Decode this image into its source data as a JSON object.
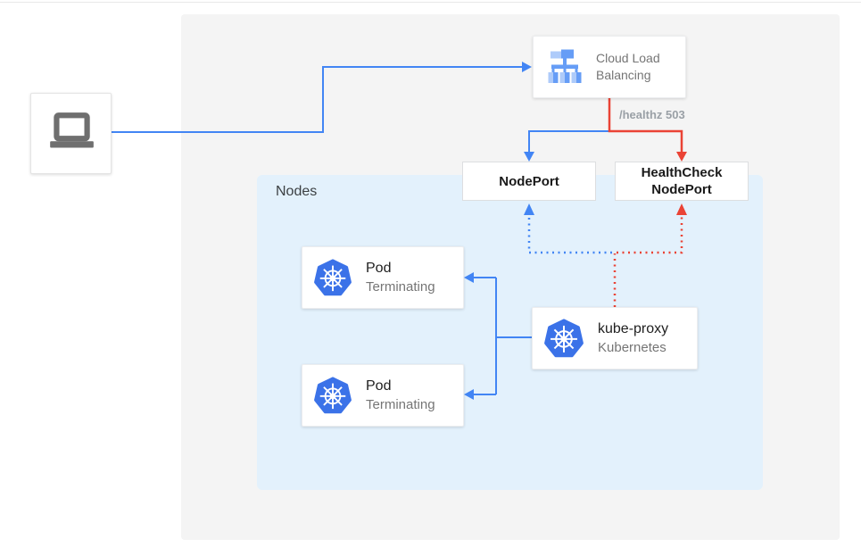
{
  "title": "Kubernetes external traffic / health check diagram",
  "colors": {
    "blue": "#4285F4",
    "red": "#EA4335",
    "k8s_blue": "#3B72E8",
    "lb_light": "#AECBFA",
    "lb_mid": "#669DF6",
    "text_dark": "#212121",
    "text_gray": "#757575",
    "label_gray": "#9AA0A6",
    "nodes_bg": "#E3F1FC",
    "outer_bg": "#F4F4F4",
    "border": "#DDDEE0",
    "laptop_gray": "#6F6F6F"
  },
  "client": {
    "icon": "laptop-icon"
  },
  "load_balancer": {
    "label": "Cloud Load Balancing",
    "icon": "load-balancer-icon"
  },
  "health_label": "/healthz 503",
  "node_port": {
    "label": "NodePort"
  },
  "health_check_node_port": {
    "label": "HealthCheck NodePort"
  },
  "nodes_group": {
    "label": "Nodes"
  },
  "pods": [
    {
      "title": "Pod",
      "subtitle": "Terminating",
      "icon": "kubernetes-icon"
    },
    {
      "title": "Pod",
      "subtitle": "Terminating",
      "icon": "kubernetes-icon"
    }
  ],
  "kube_proxy": {
    "title": "kube-proxy",
    "subtitle": "Kubernetes",
    "icon": "kubernetes-icon"
  },
  "edges": [
    {
      "name": "client-to-load-balancer",
      "from": "laptop",
      "to": "cloud-load-balancing",
      "style": "solid",
      "color": "blue"
    },
    {
      "name": "load-balancer-to-nodeport",
      "from": "cloud-load-balancing",
      "to": "nodeport",
      "style": "solid",
      "color": "blue"
    },
    {
      "name": "load-balancer-to-healthcheck-nodeport",
      "from": "cloud-load-balancing",
      "to": "healthcheck-nodeport",
      "style": "solid",
      "color": "red",
      "label": "/healthz 503"
    },
    {
      "name": "kube-proxy-to-pod-1",
      "from": "kube-proxy",
      "to": "pod-1",
      "style": "solid",
      "color": "blue"
    },
    {
      "name": "kube-proxy-to-pod-2",
      "from": "kube-proxy",
      "to": "pod-2",
      "style": "solid",
      "color": "blue"
    },
    {
      "name": "kube-proxy-to-nodeport",
      "from": "kube-proxy",
      "to": "nodeport",
      "style": "dotted",
      "color": "blue"
    },
    {
      "name": "kube-proxy-to-healthcheck-nodeport",
      "from": "kube-proxy",
      "to": "healthcheck-nodeport",
      "style": "dotted",
      "color": "red"
    }
  ]
}
